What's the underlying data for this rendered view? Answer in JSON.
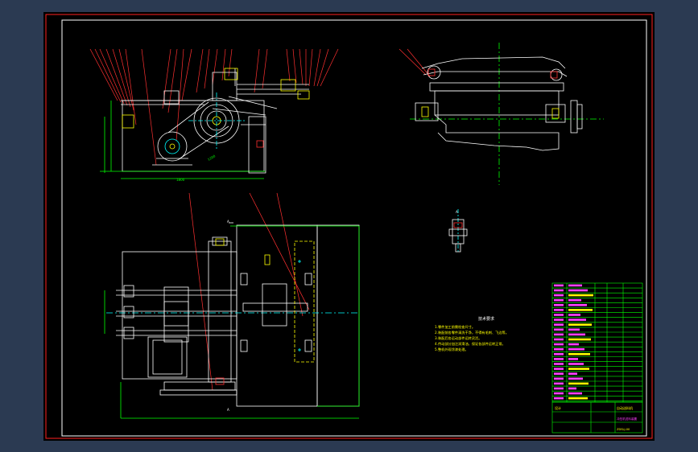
{
  "viewer": {
    "background_color": "#2b3a52",
    "paper_color": "#000000"
  },
  "drawing": {
    "border_color": "#ff2020",
    "line_colors": {
      "outline": "#ffffff",
      "dimension": "#00ff00",
      "leader": "#ff3030",
      "part": "#ffff00",
      "centerline": "#00ffff",
      "hidden": "#ff40ff"
    },
    "notes": {
      "heading": "技术要求",
      "lines": [
        "1.零件加工前需检查尺寸。",
        "2.装配前各零件清洗干净，不得有毛刺、飞边等。",
        "3.装配后各运动部件运转灵活。",
        "4.传动部分加注润滑油，保证各部件运转正常。",
        "5.整机外观涂漆处理。"
      ]
    },
    "title_block": {
      "designer": "设计",
      "title": "自动送料机",
      "subtitle": "冲压机送料装置",
      "drawing_no": "ZDSLJ-00"
    }
  }
}
